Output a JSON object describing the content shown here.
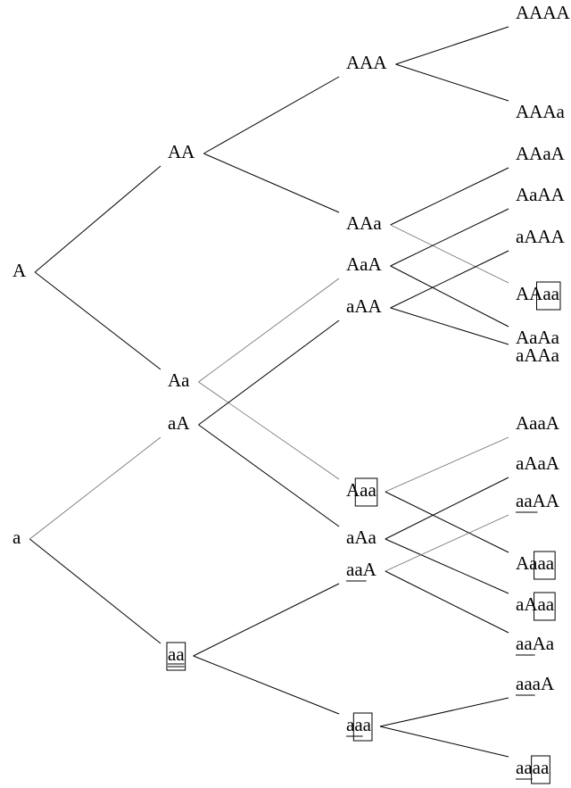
{
  "tree": {
    "root_nodes": [
      {
        "id": "A",
        "label": "A",
        "marks": []
      },
      {
        "id": "a",
        "label": "a",
        "marks": []
      }
    ],
    "level2": [
      {
        "id": "AA",
        "label": "AA",
        "marks": []
      },
      {
        "id": "Aa",
        "label": "Aa",
        "marks": []
      },
      {
        "id": "aA",
        "label": "aA",
        "marks": []
      },
      {
        "id": "aa",
        "label": "aa",
        "marks": [
          "box",
          "double-underline"
        ]
      }
    ],
    "level3": [
      {
        "id": "AAA",
        "label": "AAA",
        "marks": []
      },
      {
        "id": "AAa",
        "label": "AAa",
        "marks": []
      },
      {
        "id": "AaA",
        "label": "AaA",
        "marks": []
      },
      {
        "id": "aAA",
        "label": "aAA",
        "marks": []
      },
      {
        "id": "Aaa",
        "label": "Aaa",
        "marks": [
          "box-last2"
        ]
      },
      {
        "id": "aAa",
        "label": "aAa",
        "marks": []
      },
      {
        "id": "aaA",
        "label": "aaA",
        "marks": [
          "underline-first2"
        ]
      },
      {
        "id": "aaa",
        "label": "aaa",
        "marks": [
          "underline-first2",
          "box-last2"
        ]
      }
    ],
    "level4": [
      {
        "id": "AAAA",
        "label": "AAAA",
        "marks": []
      },
      {
        "id": "AAAa",
        "label": "AAAa",
        "marks": []
      },
      {
        "id": "AAaA",
        "label": "AAaA",
        "marks": []
      },
      {
        "id": "AaAA",
        "label": "AaAA",
        "marks": []
      },
      {
        "id": "aAAA",
        "label": "aAAA",
        "marks": []
      },
      {
        "id": "AAaa",
        "label": "AAaa",
        "marks": [
          "box-last2"
        ]
      },
      {
        "id": "AaAa",
        "label": "AaAa",
        "marks": []
      },
      {
        "id": "aAAa",
        "label": "aAAa",
        "marks": []
      },
      {
        "id": "AaaA",
        "label": "AaaA",
        "marks": []
      },
      {
        "id": "aAaA",
        "label": "aAaA",
        "marks": []
      },
      {
        "id": "aaAA",
        "label": "aaAA",
        "marks": [
          "underline-first2"
        ]
      },
      {
        "id": "Aaaa",
        "label": "Aaaa",
        "marks": [
          "box-last2"
        ]
      },
      {
        "id": "aAaa",
        "label": "aAaa",
        "marks": [
          "box-last2"
        ]
      },
      {
        "id": "aaAa",
        "label": "aaAa",
        "marks": [
          "underline-first2"
        ]
      },
      {
        "id": "aaaA",
        "label": "aaaA",
        "marks": [
          "underline-first2"
        ]
      },
      {
        "id": "aaaa",
        "label": "aaaa",
        "marks": [
          "underline-first2",
          "box-last2"
        ]
      }
    ],
    "edges": [
      [
        "A",
        "AA"
      ],
      [
        "A",
        "Aa"
      ],
      [
        "a",
        "aA"
      ],
      [
        "a",
        "aa"
      ],
      [
        "AA",
        "AAA"
      ],
      [
        "AA",
        "AAa"
      ],
      [
        "Aa",
        "AaA"
      ],
      [
        "Aa",
        "Aaa"
      ],
      [
        "aA",
        "aAA"
      ],
      [
        "aA",
        "aAa"
      ],
      [
        "aa",
        "aaA"
      ],
      [
        "aa",
        "aaa"
      ],
      [
        "AAA",
        "AAAA"
      ],
      [
        "AAA",
        "AAAa"
      ],
      [
        "AAa",
        "AAaA"
      ],
      [
        "AAa",
        "AAaa"
      ],
      [
        "AaA",
        "AaAA"
      ],
      [
        "AaA",
        "AaAa"
      ],
      [
        "aAA",
        "aAAA"
      ],
      [
        "aAA",
        "aAAa"
      ],
      [
        "Aaa",
        "AaaA"
      ],
      [
        "Aaa",
        "Aaaa"
      ],
      [
        "aAa",
        "aAaA"
      ],
      [
        "aAa",
        "aAaa"
      ],
      [
        "aaA",
        "aaAA"
      ],
      [
        "aaA",
        "aaAa"
      ],
      [
        "aaa",
        "aaaA"
      ],
      [
        "aaa",
        "aaaa"
      ]
    ],
    "faint_edges": [
      [
        "a",
        "aA"
      ],
      [
        "Aa",
        "AaA"
      ],
      [
        "Aa",
        "Aaa"
      ],
      [
        "AAa",
        "AAaa"
      ],
      [
        "Aaa",
        "AaaA"
      ],
      [
        "aaA",
        "aaAA"
      ],
      [
        "aAa",
        "aaAa"
      ]
    ]
  }
}
